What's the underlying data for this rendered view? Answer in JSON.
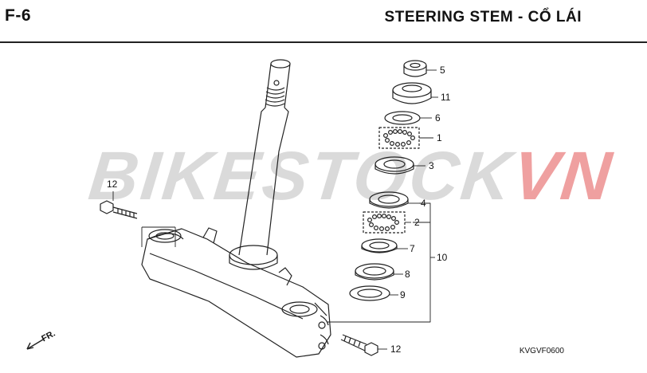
{
  "header": {
    "code": "F-6",
    "title": "STEERING STEM - CỔ LÁI"
  },
  "watermark": {
    "main": "BIKESTOCK",
    "accent": "VN",
    "accent_color": "#e87878"
  },
  "callouts": {
    "c5": "5",
    "c11": "11",
    "c6": "6",
    "c1": "1",
    "c3": "3",
    "c4": "4",
    "c2": "2",
    "c7": "7",
    "c10": "10",
    "c8": "8",
    "c9": "9",
    "c12a": "12",
    "c12b": "12"
  },
  "direction_label": "FR.",
  "diagram_code": "KVGVF0600"
}
